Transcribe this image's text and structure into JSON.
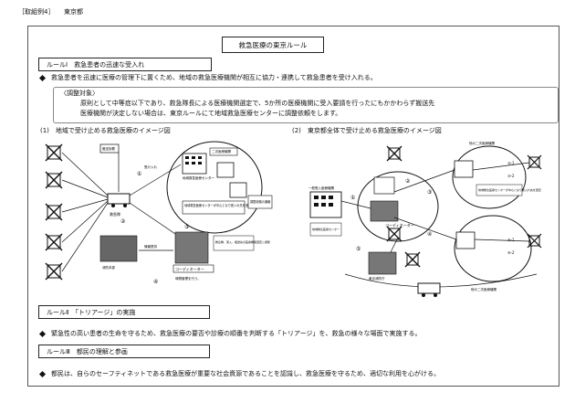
{
  "header": {
    "example_label": "［取組例4］",
    "prefecture": "東京都"
  },
  "page_title": "救急医療の東京ルール",
  "rules": {
    "rule1": {
      "heading": "ルールⅠ　救急患者の迅速な受入れ",
      "bullet": "救急患者を迅速に医療の管理下に置くため、地域の救急医療機関が相互に協力・連携して救急患者を受け入れる。",
      "target_label": "〈調整対象〉",
      "target_text1": "原則として中等症以下であり、救急隊長による医療機関選定で、5か所の医療機関に受入要請を行ったにもかかわらず搬送先",
      "target_text2": "医療機関が決定しない場合は、東京ルールにて地域救急医療センターに調整依頼をします。"
    },
    "rule2": {
      "heading": "ルールⅡ　「トリアージ」の実施",
      "bullet": "緊急性の高い患者の生命を守るため、救急医療の要否や診療の順番を判断する「トリアージ」を、救急の様々な場面で実施する。"
    },
    "rule3": {
      "heading": "ルールⅢ　都民の理解と参画",
      "bullet": "都民は、自らのセーフティネットである救急医療が重要な社会資源であることを認識し、救急医療を守るため、適切な利用を心がける。"
    }
  },
  "diagram1": {
    "caption": "(1)　地域で受け止める救急医療のイメージ図",
    "labels": {
      "arrival": "搬送到着",
      "return": "受け入れ",
      "center": "地域救急医療センター",
      "second": "二次医療機関",
      "coord": "コーディネーター",
      "support": "地域救急医療センターが中心となり受入れ先を選定",
      "request": "調整依頼の通報",
      "adjust": "調整",
      "hq": "東京消防庁",
      "info": "情報提供",
      "fire": "消防本部",
      "triage": "救急隊、受入、搬送先の医療機関選定と調整",
      "time": "時間管理を行う。",
      "team": "救急隊",
      "n1": "①",
      "n2": "②",
      "n3": "③",
      "n4": "④"
    }
  },
  "diagram2": {
    "caption": "(2)　東京都全体で受け止める救急医療のイメージ図",
    "labels": {
      "hospital": "一般受入医療機関",
      "center": "地域救急医療センター",
      "coord": "コーディネーター",
      "fire": "東京消防庁",
      "region_other": "他の二次医療機関",
      "region_other2": "他の二次医療機関",
      "support": "地域救急医療センターが中心となり受入れ先を選定",
      "n1": "①",
      "n2": "②",
      "n3": "③",
      "n4": "④",
      "n5": "⑤",
      "s31": "③-1",
      "s32": "③-2",
      "s41": "④-1",
      "s42": "④-2"
    }
  },
  "colors": {
    "ink": "#111111",
    "grey": "#9a9a9a",
    "light": "#dcdcdc"
  }
}
